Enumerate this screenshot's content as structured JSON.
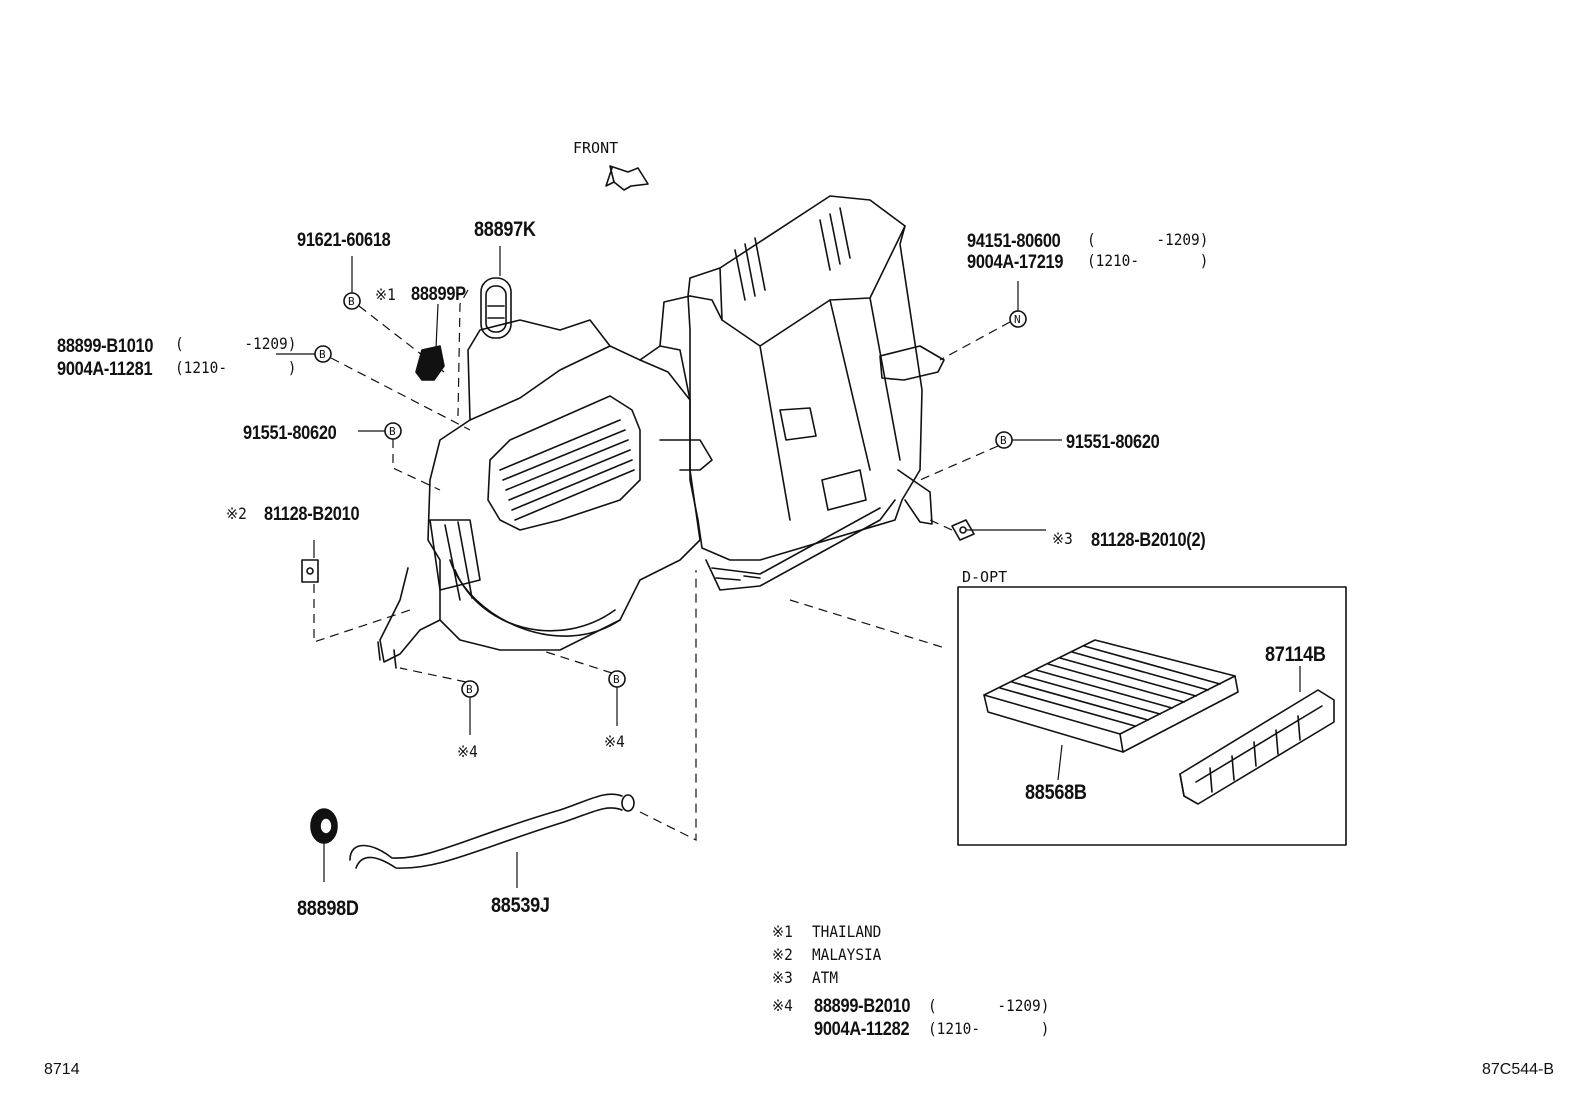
{
  "front_label": "FRONT",
  "parts": {
    "p91621": "91621-60618",
    "p88897k": "88897K",
    "p88899p_mark": "※1",
    "p88899p": "88899P",
    "p88899b1010": "88899-B1010",
    "p88899b1010_range": "(       -1209)",
    "p9004a11281": "9004A-11281",
    "p9004a11281_range": "(1210-       )",
    "p91551_left": "91551-80620",
    "p81128_left_mark": "※2",
    "p81128_left": "81128-B2010",
    "p94151": "94151-80600",
    "p94151_range": "(       -1209)",
    "p9004a17219": "9004A-17219",
    "p9004a17219_range": "(1210-       )",
    "p91551_right": "91551-80620",
    "p81128_right_mark": "※3",
    "p81128_right": "81128-B2010(2)",
    "mark4_left": "※4",
    "mark4_right": "※4",
    "p88898d": "88898D",
    "p88539j": "88539J",
    "p87114b": "87114B",
    "p88568b": "88568B"
  },
  "clip_letters": {
    "b": "B",
    "n": "N"
  },
  "option_box_label": "D-OPT",
  "legend": [
    {
      "mark": "※1",
      "text": "THAILAND"
    },
    {
      "mark": "※2",
      "text": "MALAYSIA"
    },
    {
      "mark": "※3",
      "text": "ATM"
    }
  ],
  "legend4": {
    "mark": "※4",
    "line1_part": "88899-B2010",
    "line1_range": "(       -1209)",
    "line2_part": "9004A-11282",
    "line2_range": "(1210-       )"
  },
  "footer": {
    "page_code": "8714",
    "figure_code": "87C544-B"
  }
}
